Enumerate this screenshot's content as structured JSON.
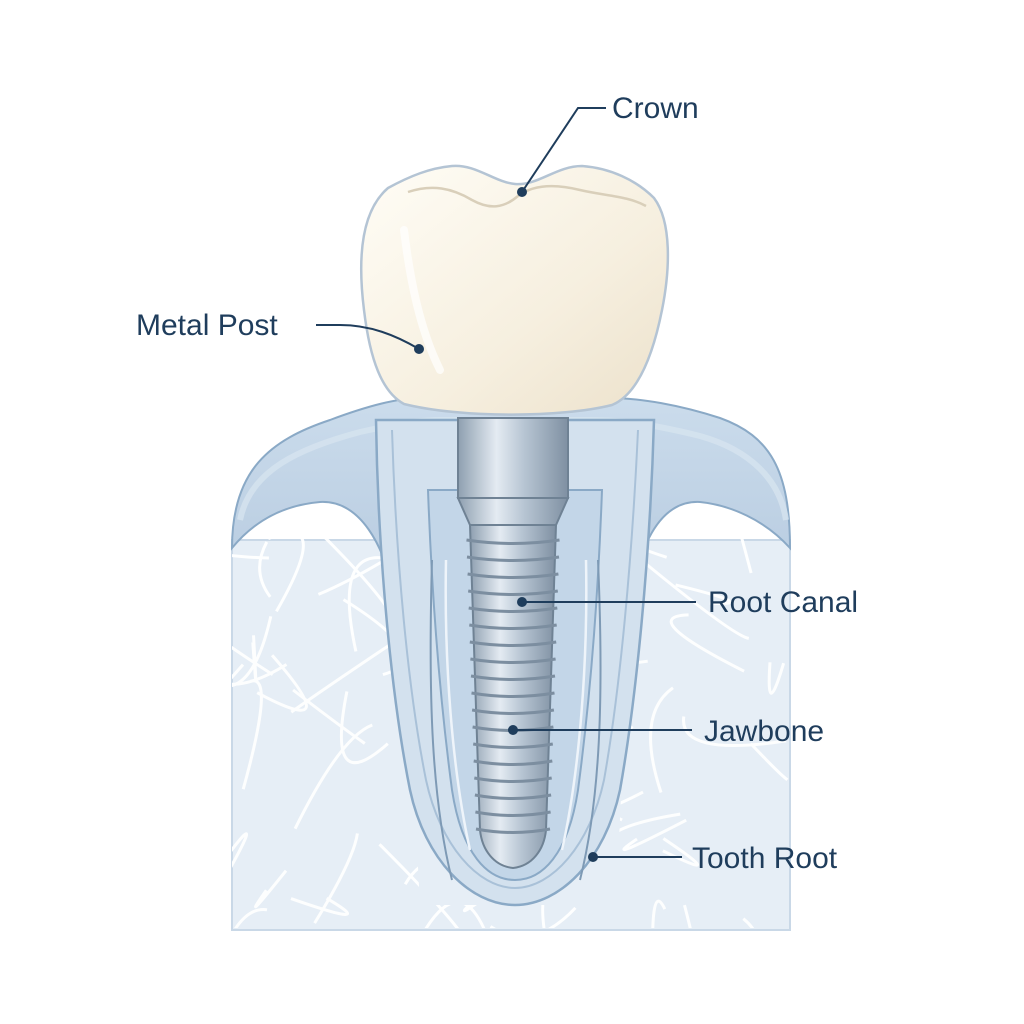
{
  "colors": {
    "label_text": "#1f3d5c",
    "leader_line": "#1f3d5c",
    "bone_fill": "#e6eef6",
    "bone_trabecular": "#ffffff",
    "gum_fill": "#bcd0e4",
    "gum_outline": "#8aa9c6",
    "root_fill": "#d3e1ee",
    "canal_fill": "#c3d6e8",
    "crown_fill": "#f5efe0",
    "crown_outline": "#b4c4d4",
    "post_fill": "#a9b9c8",
    "post_thread": "#8799ab"
  },
  "labels": {
    "crown": "Crown",
    "metal_post": "Metal Post",
    "root_canal": "Root Canal",
    "jawbone": "Jawbone",
    "tooth_root": "Tooth Root"
  }
}
